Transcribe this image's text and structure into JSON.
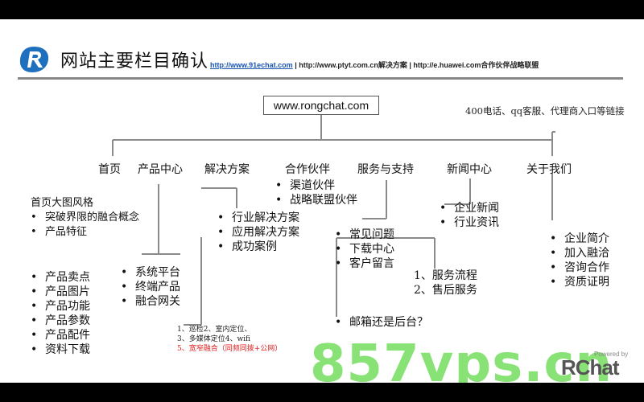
{
  "header": {
    "title": "网站主要栏目确认",
    "link1": "http://www.91echat.com",
    "link_rest": " | http://www.ptyt.com.cn解决方案 | http://e.huawei.com合作伙伴战略联盟"
  },
  "root": {
    "url": "www.rongchat.com",
    "note": "400电话、qq客服、代理商入口等链接"
  },
  "nav": [
    "首页",
    "产品中心",
    "解决方案",
    "合作伙伴",
    "服务与支持",
    "新闻中心",
    "关于我们"
  ],
  "home": {
    "heading": "首页大图风格",
    "items": [
      "突破界限的融合概念",
      "产品特征"
    ]
  },
  "product_left": [
    "产品卖点",
    "产品图片",
    "产品功能",
    "产品参数",
    "产品配件",
    "资料下载"
  ],
  "product_center": [
    "系统平台",
    "终端产品",
    "融合网关"
  ],
  "solutions": [
    "行业解决方案",
    "应用解决方案",
    "成功案例"
  ],
  "solutions_notes": [
    "1、巡检2、室内定位、",
    "3、多媒体定位4、wifi",
    "5、宽窄融合（同频同拨+公网）"
  ],
  "partners": [
    "渠道伙伴",
    "战略联盟伙伴"
  ],
  "service": [
    "常见问题",
    "下载中心",
    "客户留言"
  ],
  "service_numbered": [
    "1、服务流程",
    "2、售后服务"
  ],
  "service_question": "邮箱还是后台？",
  "news": [
    "企业新闻",
    "行业资讯"
  ],
  "about": [
    "企业简介",
    "加入融洽",
    "咨询合作",
    "资质证明"
  ],
  "watermark": "857vps.cn",
  "brand": {
    "powered": "Powered by",
    "name": "RChat"
  }
}
